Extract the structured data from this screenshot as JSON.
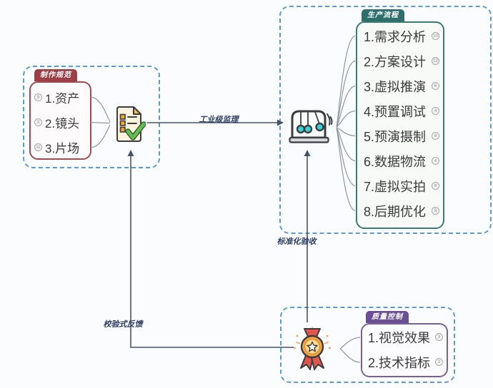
{
  "canvas": {
    "background": "#fbfcfe",
    "boundary_color": "#5b9bd5",
    "edge_color": "#44546a"
  },
  "groups": {
    "specs": {
      "tab": "制作规范",
      "accent": "#a34a50",
      "tab_bg": "#9c4046",
      "items": [
        {
          "label": "1.资产",
          "badge": "9"
        },
        {
          "label": "2.镜头",
          "badge": "3"
        },
        {
          "label": "3.片场",
          "badge": "11"
        }
      ]
    },
    "production": {
      "tab": "生产流程",
      "accent": "#3c7c76",
      "tab_bg": "#2f6f6b",
      "items": [
        {
          "label": "1.需求分析",
          "badge": "10"
        },
        {
          "label": "2.方案设计",
          "badge": "12"
        },
        {
          "label": "3.虚拟推演",
          "badge": "6"
        },
        {
          "label": "4.预置调试",
          "badge": "4"
        },
        {
          "label": "5.预演摄制",
          "badge": "8"
        },
        {
          "label": "6.数据物流",
          "badge": "4"
        },
        {
          "label": "7.虚拟实拍",
          "badge": "8"
        },
        {
          "label": "8.后期优化",
          "badge": "8"
        }
      ]
    },
    "quality": {
      "tab": "质量控制",
      "accent": "#7b5fa0",
      "tab_bg": "#6a4f92",
      "items": [
        {
          "label": "1.视觉效果",
          "badge": "3"
        },
        {
          "label": "2.技术指标",
          "badge": "2"
        }
      ]
    }
  },
  "edges": {
    "supervision": "工业级监理",
    "acceptance": "标准化验收",
    "feedback": "校验式反馈"
  },
  "icons": {
    "document": "document-checklist-icon",
    "cradle": "newtons-cradle-icon",
    "medal": "medal-icon"
  }
}
